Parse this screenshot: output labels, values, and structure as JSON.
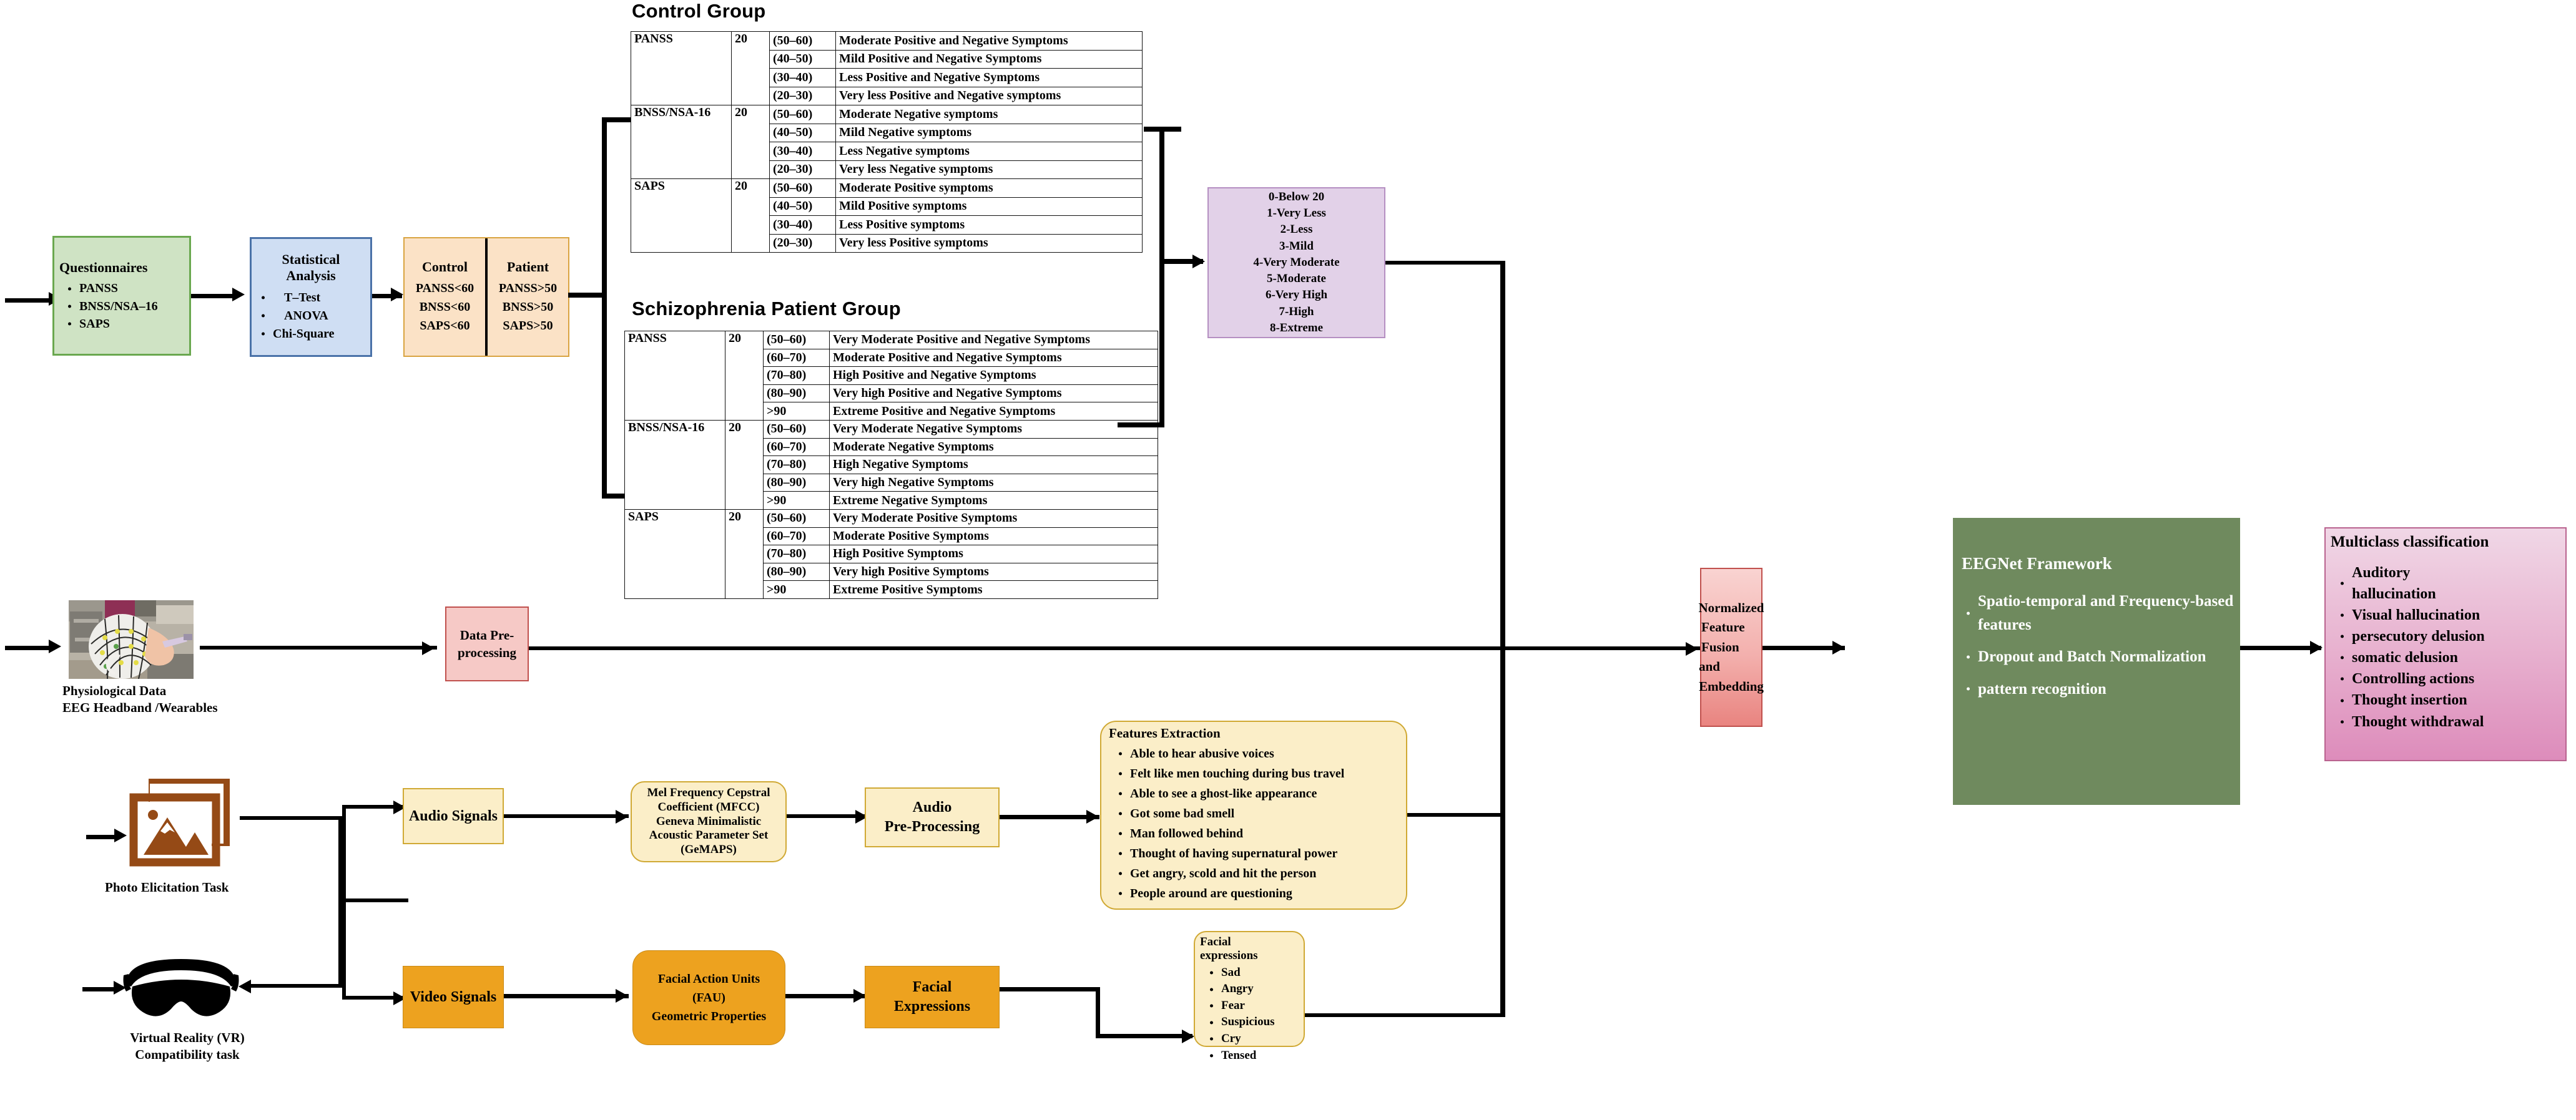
{
  "flow": {
    "questionnaires": {
      "title": "Questionnaires",
      "items": [
        "PANSS",
        "BNSS/NSA–16",
        "SAPS"
      ]
    },
    "statistical": {
      "title_l1": "Statistical",
      "title_l2": "Analysis",
      "items": [
        "T–Test",
        "ANOVA",
        "Chi-Square"
      ]
    },
    "groups": {
      "control_header": "Control",
      "patient_header": "Patient",
      "control_rows": [
        "PANSS<60",
        "BNSS<60",
        "SAPS<60"
      ],
      "patient_rows": [
        "PANSS>50",
        "BNSS>50",
        "SAPS>50"
      ]
    },
    "data_preprocessing": {
      "l1": "Data Pre-",
      "l2": "processing"
    },
    "physiological": {
      "l1": "Physiological Data",
      "l2": "EEG Headband /Wearables"
    },
    "photo_task": "Photo Elicitation Task",
    "vr_task": {
      "l1": "Virtual Reality (VR)",
      "l2": "Compatibility task"
    },
    "audio_signals": "Audio Signals",
    "video_signals": "Video Signals",
    "mfcc": {
      "l1": "Mel Frequency Cepstral",
      "l2": "Coefficient (MFCC)",
      "l3": "Geneva Minimalistic",
      "l4": "Acoustic Parameter Set",
      "l5": "(GeMAPS)"
    },
    "fau": {
      "l1": "Facial Action Units",
      "l2": "(FAU)",
      "l3": "Geometric Properties"
    },
    "audio_pre": {
      "l1": "Audio",
      "l2": "Pre-Processing"
    },
    "facial_expr_box": {
      "l1": "Facial",
      "l2": "Expressions"
    },
    "features_extraction": {
      "title": "Features Extraction",
      "items": [
        "Able to hear abusive voices",
        "Felt like men touching during bus travel",
        "Able to see a ghost-like appearance",
        "Got some bad smell",
        "Man followed behind",
        "Thought of having supernatural power",
        "Get angry, scold and hit the person",
        "People around are questioning"
      ]
    },
    "facial_expressions": {
      "title_l1": "Facial",
      "title_l2": "expressions",
      "items": [
        "Sad",
        "Angry",
        "Fear",
        "Suspicious",
        "Cry",
        "Tensed"
      ]
    },
    "normalized": {
      "l1": "Normalized",
      "l2": "Feature Fusion",
      "l3": "and Embedding"
    },
    "eegnet": {
      "title": "EEGNet Framework",
      "items": [
        "Spatio-temporal and Frequency-based features",
        "Dropout and Batch Normalization",
        "pattern recognition"
      ]
    },
    "multiclass": {
      "title": "Multiclass classification",
      "items": [
        "Auditory hallucination",
        "Visual hallucination",
        "persecutory delusion",
        "somatic delusion",
        "Controlling actions",
        "Thought insertion",
        "Thought withdrawal"
      ]
    }
  },
  "severity_scale": {
    "items": [
      "0-Below 20",
      "1-Very Less",
      "2-Less",
      "3-Mild",
      "4-Very Moderate",
      "5-Moderate",
      "6-Very High",
      "7-High",
      "8-Extreme"
    ]
  },
  "control_group": {
    "title": "Control Group",
    "sections": [
      {
        "name": "PANSS",
        "n": "20",
        "rows": [
          {
            "range": "(50–60)",
            "desc": "Moderate Positive and Negative Symptoms"
          },
          {
            "range": "(40–50)",
            "desc": "Mild Positive and Negative Symptoms"
          },
          {
            "range": "(30–40)",
            "desc": "Less Positive and Negative Symptoms"
          },
          {
            "range": "(20–30)",
            "desc": "Very less Positive and Negative symptoms"
          }
        ]
      },
      {
        "name": "BNSS/NSA-16",
        "n": "20",
        "rows": [
          {
            "range": "(50–60)",
            "desc": "Moderate Negative symptoms"
          },
          {
            "range": "(40–50)",
            "desc": "Mild Negative symptoms"
          },
          {
            "range": "(30–40)",
            "desc": "Less Negative symptoms"
          },
          {
            "range": "(20–30)",
            "desc": "Very less Negative symptoms"
          }
        ]
      },
      {
        "name": "SAPS",
        "n": "20",
        "rows": [
          {
            "range": "(50–60)",
            "desc": "Moderate Positive symptoms"
          },
          {
            "range": "(40–50)",
            "desc": "Mild Positive symptoms"
          },
          {
            "range": "(30–40)",
            "desc": "Less Positive symptoms"
          },
          {
            "range": "(20–30)",
            "desc": "Very less Positive symptoms"
          }
        ]
      }
    ]
  },
  "patient_group": {
    "title": "Schizophrenia Patient Group",
    "sections": [
      {
        "name": "PANSS",
        "n": "20",
        "rows": [
          {
            "range": "(50–60)",
            "desc": "Very Moderate Positive and Negative Symptoms"
          },
          {
            "range": "(60–70)",
            "desc": "Moderate Positive and Negative Symptoms"
          },
          {
            "range": "(70–80)",
            "desc": "High Positive and Negative Symptoms"
          },
          {
            "range": "(80–90)",
            "desc": "Very high Positive and Negative Symptoms"
          },
          {
            "range": ">90",
            "desc": "Extreme Positive and Negative Symptoms"
          }
        ]
      },
      {
        "name": "BNSS/NSA-16",
        "n": "20",
        "rows": [
          {
            "range": "(50–60)",
            "desc": "Very Moderate Negative Symptoms"
          },
          {
            "range": "(60–70)",
            "desc": "Moderate Negative Symptoms"
          },
          {
            "range": "(70–80)",
            "desc": "High Negative Symptoms"
          },
          {
            "range": "(80–90)",
            "desc": "Very high Negative Symptoms"
          },
          {
            "range": ">90",
            "desc": "Extreme Negative Symptoms"
          }
        ]
      },
      {
        "name": "SAPS",
        "n": "20",
        "rows": [
          {
            "range": "(50–60)",
            "desc": "Very Moderate Positive Symptoms"
          },
          {
            "range": "(60–70)",
            "desc": "Moderate Positive Symptoms"
          },
          {
            "range": "(70–80)",
            "desc": "High Positive Symptoms"
          },
          {
            "range": "(80–90)",
            "desc": "Very high Positive Symptoms"
          },
          {
            "range": ">90",
            "desc": "Extreme Positive Symptoms"
          }
        ]
      }
    ]
  },
  "colors": {
    "green_box": "#cfe3c4",
    "green_border": "#6aa84f",
    "blue_box": "#cfdef3",
    "blue_border": "#4a72a8",
    "peach_box": "#fbe2c6",
    "peach_border": "#d9a441",
    "purple_box": "#e2d1e8",
    "purple_border": "#b58fc2",
    "pink_box": "#f6c9c6",
    "pink_border": "#c0504d",
    "cream_box": "#fbeec8",
    "cream_border": "#d0a934",
    "orange_box": "#eda21f",
    "eegnet_green": "#6f8a5e",
    "multiclass_pink": "#e8a0c4",
    "photo_icon": "#954a16",
    "vr_icon": "#000000"
  }
}
